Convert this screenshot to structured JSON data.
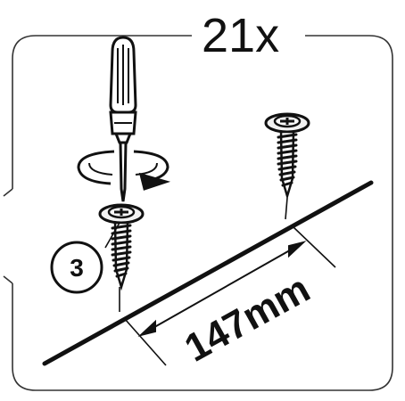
{
  "quantity_label": "21x",
  "step_badge": "3",
  "spacing_label": "147mm",
  "icons": [
    "screwdriver-icon",
    "rotation-arrow-icon",
    "screw-icon"
  ],
  "colors": {
    "ink": "#111111",
    "background": "#ffffff",
    "frame": "#333333"
  }
}
